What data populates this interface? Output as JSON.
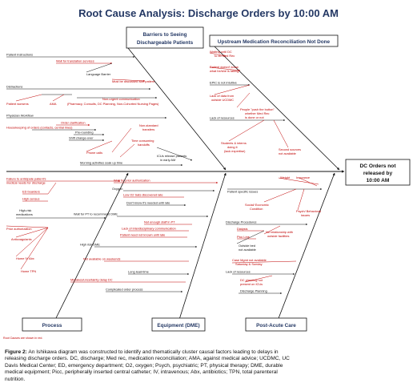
{
  "title": "Root Cause Analysis:  Discharge Orders by 10:00 AM",
  "outcome": {
    "line1": "DC Orders not",
    "line2": "released by",
    "line3": "10:00 AM"
  },
  "categories": {
    "barriers": {
      "line1": "Barriers to Seeing",
      "line2": "Dischargeable Patients"
    },
    "upstream": {
      "label": "Upstream Medication Reconciliation Not Done"
    },
    "process": {
      "label": "Process"
    },
    "equipment": {
      "label": "Equipment (DME)"
    },
    "postacute": {
      "label": "Post-Acute Care"
    }
  },
  "barriers_labels": {
    "patient_instructions": "Patient Instructions",
    "wait_translation": "Wait for translation services",
    "language_barrier": "Language Barrier",
    "must_discuss": "Must be discussed with patient",
    "distractions": "Distractions",
    "patient_worsens": "Patient worsens",
    "ama": "AMA",
    "non_urgent_1": "Non-urgent communication",
    "non_urgent_2": "(Pharmacy, Consults, DC Planning, Non-Cohorted Nursing Pages)",
    "physician_workflow": "Physician Workflow",
    "order_clarification": "Order clarification",
    "housekeeping": "Housekeeping of orders (contacts, central lines)",
    "pre_rounding": "Pre-rounding",
    "shift_change": "Shift change-over",
    "phone_calls": "Phone calls",
    "non_standard_1": "Non-standard",
    "non_standard_2": "transfers",
    "time_consuming_1": "Time consuming",
    "time_consuming_2": "handoffs",
    "morning_activities": "Morning activities soak up time",
    "icus_1": "ICUs release patients",
    "icus_2": "in early AM"
  },
  "upstream_labels": {
    "waiting_dc_1": "Waiting until DC",
    "waiting_dc_2": "to do Med Rec",
    "pt_doesnt_know_1": "Patient doesn't know",
    "pt_doesnt_know_2": "what he/she is taking",
    "epic": "EPIC is not intuitive",
    "lack_data_1": "Lack of data from",
    "lack_data_2": "outside UCDMC",
    "push_button_1": "People \"push the button\"",
    "push_button_2": "whether Med Rec",
    "push_button_3": "is done or not",
    "lack_resources": "Lack of resources",
    "students_1": "Students & interns",
    "students_2": "doing it",
    "students_3": "(lack expertise)",
    "second_sources_1": "Second sources",
    "second_sources_2": "not available"
  },
  "process_labels": {
    "failure_1": "Failure to anticipate patient's",
    "failure_2": "medical needs for discharge",
    "ed_boarders": "ED boarders",
    "high_census": "High census",
    "high_risk_1": "High-risk",
    "high_risk_2": "medications",
    "prior_auth": "Prior authorization",
    "anticoagulants": "Anticoagulants",
    "home_iv": "Home IV Abx",
    "home_tpn": "Home TPN",
    "footnote": "Root Causes are shown in red."
  },
  "equipment_labels": {
    "wait_prior_auth": "Wait for prior authorization",
    "oxygen": "Oxygen",
    "low_o2": "Low O2 Sats discovered late",
    "dont_know": "Don't know it's needed until late",
    "wait_pt": "Wait for PT to recommend DME",
    "not_enough_staff": "Not enough staff in PT",
    "lack_interdisc": "Lack of interdisciplinary communication",
    "need_not_known": "Patient need not known until late",
    "high_risk_dme": "High risk DME",
    "not_weekends": "Not available on weekends",
    "long_lead": "Long lead-time",
    "mistakes": "Mistakes/uncertainty delay DC",
    "complicated": "Complicated order process"
  },
  "postacute_labels": {
    "weight": "Weight",
    "insurance": "Insurance",
    "pt_specific": "Patient specific issues",
    "social_1": "Social/ Economic",
    "social_2": "Condition",
    "psych_1": "Psych/ Behavioral",
    "psych_2": "issues",
    "dc_procedures": "Discharge Procedures",
    "dialysis": "Dialysis",
    "no_relationship_1": "No relationship with",
    "no_relationship_2": "outside facilities",
    "picc": "Picc Line",
    "outside_bed_1": "Outside bed",
    "outside_bed_2": "not available",
    "case_mgmt_1": "Case Mgmt not available",
    "case_mgmt_2": "Saturday & Sunday",
    "lack_resources": "Lack of resources",
    "dc_planning_1": "DC planning not",
    "dc_planning_2": "present on ICUs",
    "discharge_planning": "Discharge Planning"
  },
  "caption": {
    "figure_label": "Figure 2:",
    "text_1": "An Ishikawa diagram was constructed to identify and thematically cluster causal factors leading to delays in",
    "text_2": "releasing discharge orders. DC, discharge; Med rec, medication reconciliation; AMA, against medical advice; UCDMC, UC",
    "text_3": "Davis Medical Center; ED, emergency department; O2, oxygen; Psych, psychiatric; PT, physical therapy; DME, durable",
    "text_4": "medical equipment; Picc, peripherally inserted central catheter; IV, intravenous; Abx, antibiotics; TPN, total parenteral",
    "text_5": "nutrition."
  },
  "colors": {
    "title": "#243864",
    "root_cause": "#c00000",
    "line": "#111111"
  }
}
